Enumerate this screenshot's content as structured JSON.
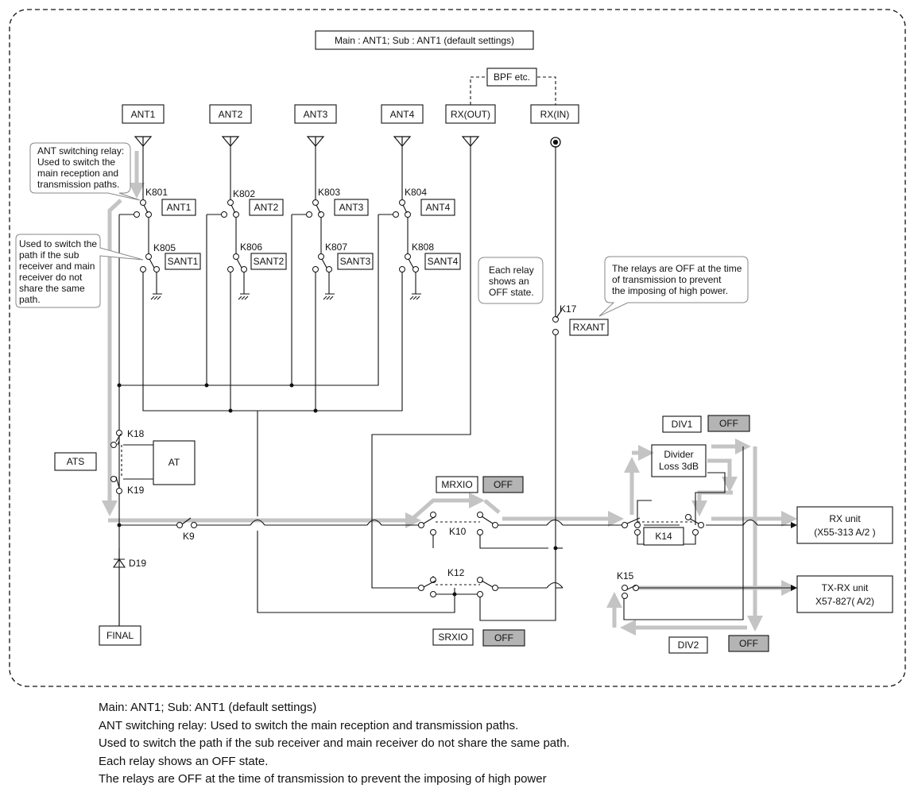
{
  "header": {
    "title": "Main : ANT1; Sub : ANT1 (default settings)"
  },
  "ports": {
    "ant1": "ANT1",
    "ant2": "ANT2",
    "ant3": "ANT3",
    "ant4": "ANT4",
    "rx_out": "RX(OUT)",
    "rx_in": "RX(IN)",
    "bpf": "BPF etc."
  },
  "relays": {
    "k801": "K801",
    "k802": "K802",
    "k803": "K803",
    "k804": "K804",
    "k805": "K805",
    "k806": "K806",
    "k807": "K807",
    "k808": "K808",
    "k17": "K17",
    "k18": "K18",
    "k19": "K19",
    "k9": "K9",
    "k10": "K10",
    "k12": "K12",
    "k14": "K14",
    "k15": "K15"
  },
  "relay_tags": {
    "ant1": "ANT1",
    "ant2": "ANT2",
    "ant3": "ANT3",
    "ant4": "ANT4",
    "sant1": "SANT1",
    "sant2": "SANT2",
    "sant3": "SANT3",
    "sant4": "SANT4",
    "rxant": "RXANT"
  },
  "blocks": {
    "ats": "ATS",
    "at": "AT",
    "final": "FINAL",
    "d19": "D19",
    "divider_line1": "Divider",
    "divider_line2": "Loss 3dB",
    "rx_unit_line1": "RX unit",
    "rx_unit_line2": "(X55-313 A/2 )",
    "txrx_unit_line1": "TX-RX unit",
    "txrx_unit_line2": "X57-827( A/2)"
  },
  "controls": {
    "mrxio": "MRXIO",
    "mrxio_state": "OFF",
    "srxio": "SRXIO",
    "srxio_state": "OFF",
    "div1": "DIV1",
    "div1_state": "OFF",
    "div2": "DIV2",
    "div2_state": "OFF"
  },
  "callouts": {
    "ant_relay": [
      "ANT switching relay:",
      "Used to switch the",
      "main reception and",
      "transmission paths."
    ],
    "sub_path": [
      "Used to switch the",
      "path if the sub",
      "receiver and main",
      "receiver do not",
      "share the same",
      "path."
    ],
    "off_state": [
      "Each relay",
      "shows an",
      "OFF state."
    ],
    "tx_off": [
      "The relays are OFF at the time",
      "of transmission to prevent",
      "the imposing of high power."
    ]
  },
  "notes": [
    "Main: ANT1; Sub: ANT1 (default settings)",
    "ANT switching relay: Used to switch the main reception and transmission paths.",
    "Used to switch the path if the sub receiver and main receiver do not share the same path.",
    "Each relay shows an OFF state.",
    "The relays are OFF at the time of transmission to prevent the imposing of high power"
  ],
  "colors": {
    "signal_path": "#c4c4c4",
    "off_box": "#b4b4b4",
    "wire": "#111111"
  }
}
